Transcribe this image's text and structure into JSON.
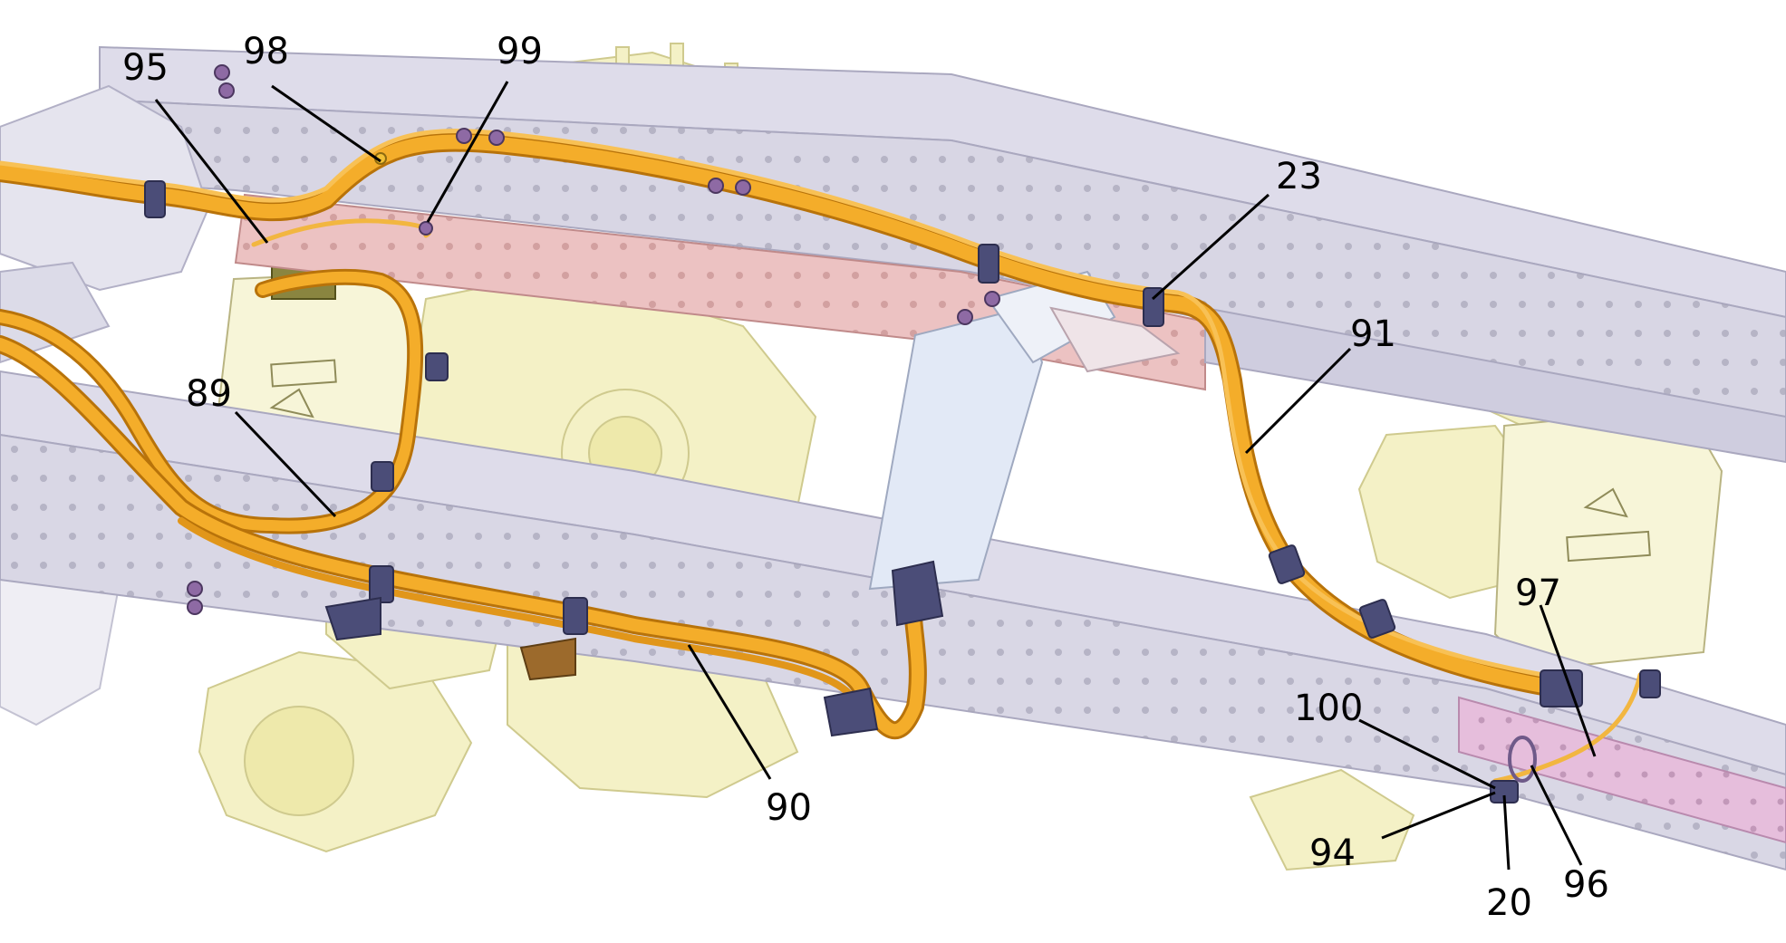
{
  "figure": {
    "colors": {
      "frame": "#d9d7e6",
      "frame_edge": "#a9a7bd",
      "frame_holes": "#9b99ad",
      "red_rail": "#e8b8b8",
      "pink_rail": "#e3b9d9",
      "axle": "#f3f0bf",
      "axle_edge": "#c9c58a",
      "harness": "#f2a51f",
      "harness_edge": "#b8730a",
      "clamp": "#4b4d78",
      "bolt": "#8a6aa0",
      "connector": "#7d7a3a",
      "cross_member": "#dfe7f5",
      "leader": "#000000"
    },
    "callouts": {
      "c95": "95",
      "c98": "98",
      "c99": "99",
      "c23": "23",
      "c91": "91",
      "c89": "89",
      "c90": "90",
      "c97": "97",
      "c100": "100",
      "c94": "94",
      "c20": "20",
      "c96": "96"
    }
  }
}
